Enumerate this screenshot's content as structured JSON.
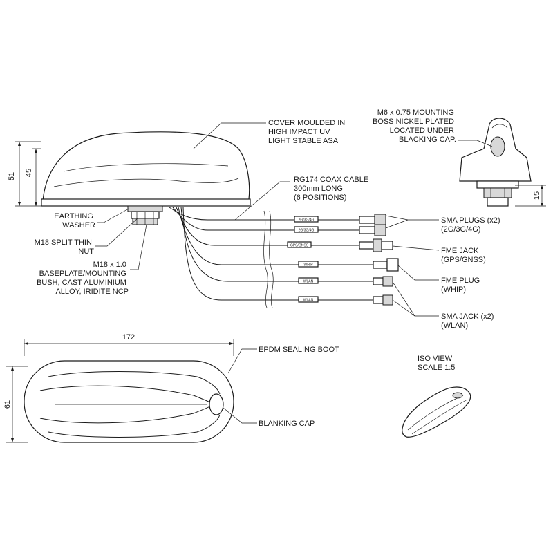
{
  "dimensions": {
    "height_total": "51",
    "height_body": "45",
    "length": "172",
    "width": "61",
    "boss_height": "15"
  },
  "callouts": {
    "cover": [
      "COVER MOULDED IN",
      "HIGH IMPACT UV",
      "LIGHT STABLE ASA"
    ],
    "mounting_boss": [
      "M6 x 0.75 MOUNTING",
      "BOSS NICKEL PLATED",
      "LOCATED UNDER",
      "BLACKING CAP."
    ],
    "coax_cable": [
      "RG174 COAX CABLE",
      "300mm LONG",
      "(6 POSITIONS)"
    ],
    "earthing_washer": [
      "EARTHING",
      "WASHER"
    ],
    "split_nut": [
      "M18 SPLIT THIN",
      "NUT"
    ],
    "baseplate": [
      "M18 x 1.0",
      "BASEPLATE/MOUNTING",
      "BUSH, CAST ALUMINIUM",
      "ALLOY, IRIDITE NCP"
    ],
    "sma_plugs": [
      "SMA PLUGS (x2)",
      "(2G/3G/4G)"
    ],
    "fme_jack": [
      "FME JACK",
      "(GPS/GNSS)"
    ],
    "fme_plug": [
      "FME PLUG",
      "(WHIP)"
    ],
    "sma_jack": [
      "SMA JACK (x2)",
      "(WLAN)"
    ],
    "sealing_boot": "EPDM SEALING BOOT",
    "blanking_cap": "BLANKING CAP",
    "iso_view": [
      "ISO VIEW",
      "SCALE 1:5"
    ]
  },
  "cable_tags": [
    "2G/3G/4G",
    "2G/3G/4G",
    "GPS/GNSS",
    "WHIP",
    "WLAN",
    "WLAN"
  ]
}
